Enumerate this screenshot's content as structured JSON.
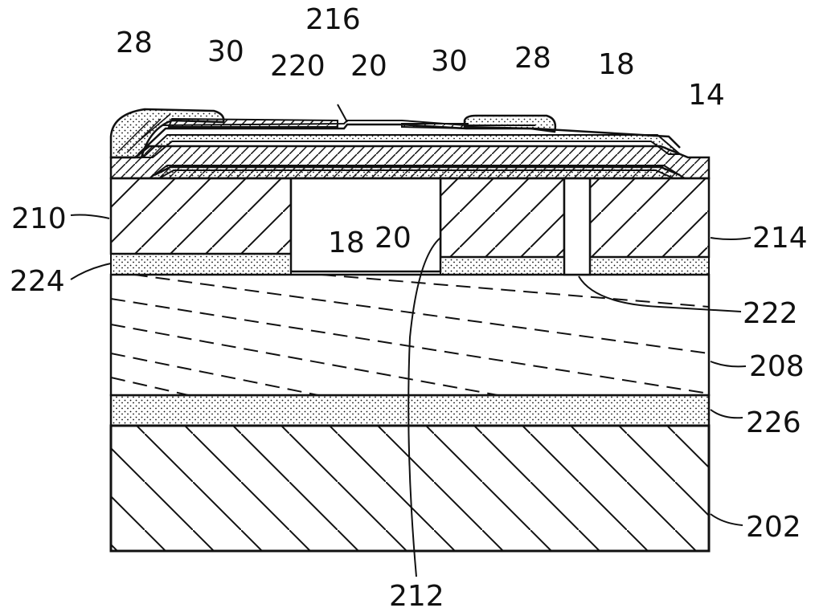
{
  "labels": {
    "l28a": "28",
    "l30a": "30",
    "l216": "216",
    "l220": "220",
    "l20a": "20",
    "l30b": "30",
    "l28b": "28",
    "l18a": "18",
    "l14": "14",
    "l210": "210",
    "l18b": "18",
    "l20b": "20",
    "l214": "214",
    "l224": "224",
    "l222": "222",
    "l208": "208",
    "l226": "226",
    "l202": "202",
    "l212": "212"
  }
}
